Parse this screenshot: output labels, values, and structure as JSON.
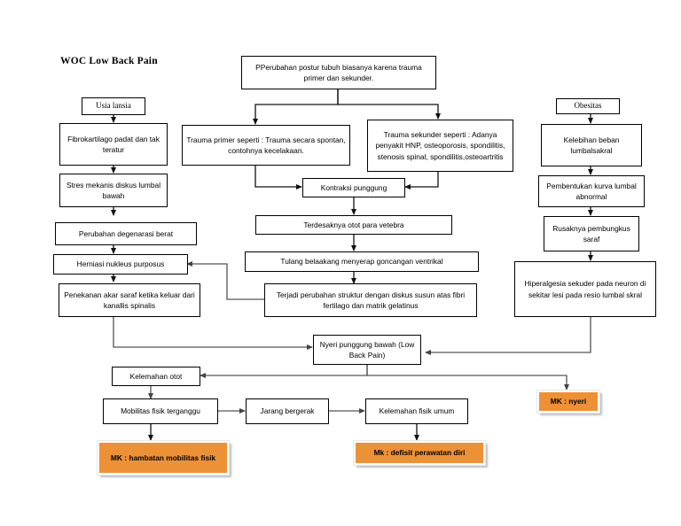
{
  "diagram": {
    "title": "WOC Low Back Pain",
    "accent_color": "#ED9137",
    "line_color": "#555555",
    "border_color": "#000000",
    "nodes": {
      "usia_lansia": "Usia lansia",
      "fibrokartilago": "Fibrokartilago padat dan tak teratur",
      "stres_mekanis": "Stres mekanis diskus lumbal bawah",
      "perubahan_degenarasi": "Perubahan degenarasi berat",
      "herniasi": "Herniasi nukleus purposus",
      "penekanan": "Penekanan akar saraf ketika keluar dari kanallis spinalis",
      "perubahan_postur": "PPerubahan postur tubuh biasanya karena trauma primer dan sekunder.",
      "trauma_primer": "Trauma primer seperti : Trauma secara spontan, contohnya kecelakaan.",
      "trauma_sekunder": "Trauma sekunder seperti : Adanya penyakit HNP, osteoporosis, spondilitis, stenosis spinal, spondilitis,osteoartritis",
      "kontraksi": "Kontraksi punggung",
      "terdesaknya": "Terdesaknya otot para vetebra",
      "tulang_belakang": "Tulang belaakang menyerap goncangan ventrikal",
      "terjadi_perubahan": "Terjadi perubahan struktur dengan diskus susun atas fibri fertilago dan matrik gelatinus",
      "obesitas": "Obesitas",
      "kelebihan_beban": "Kelebihan beban lumbalsakral",
      "pembentukan_kurva": "Pembentukan kurva lumbal abnormal",
      "rusaknya": "Rusaknya pembungkus saraf",
      "hiperalgesia": "Hiperalgesia sekuder pada neuron di sekitar lesi pada resio lumbal skral",
      "nyeri_punggung": "Nyeri punggung bawah (Low Back Pain)",
      "kelemahan_otot": "Kelemahan otot",
      "mobilitas": "Mobilitas fisik terganggu",
      "jarang_bergerak": "Jarang bergerak",
      "kelemahan_fisik": "Kelemahan fisik umum"
    },
    "problem_labels": {
      "mk_hambatan": "MK : hambatan mobilitas fisik",
      "mk_defisit": "Mk : defisit perawatan diri",
      "mk_nyeri": "MK : nyeri"
    }
  }
}
